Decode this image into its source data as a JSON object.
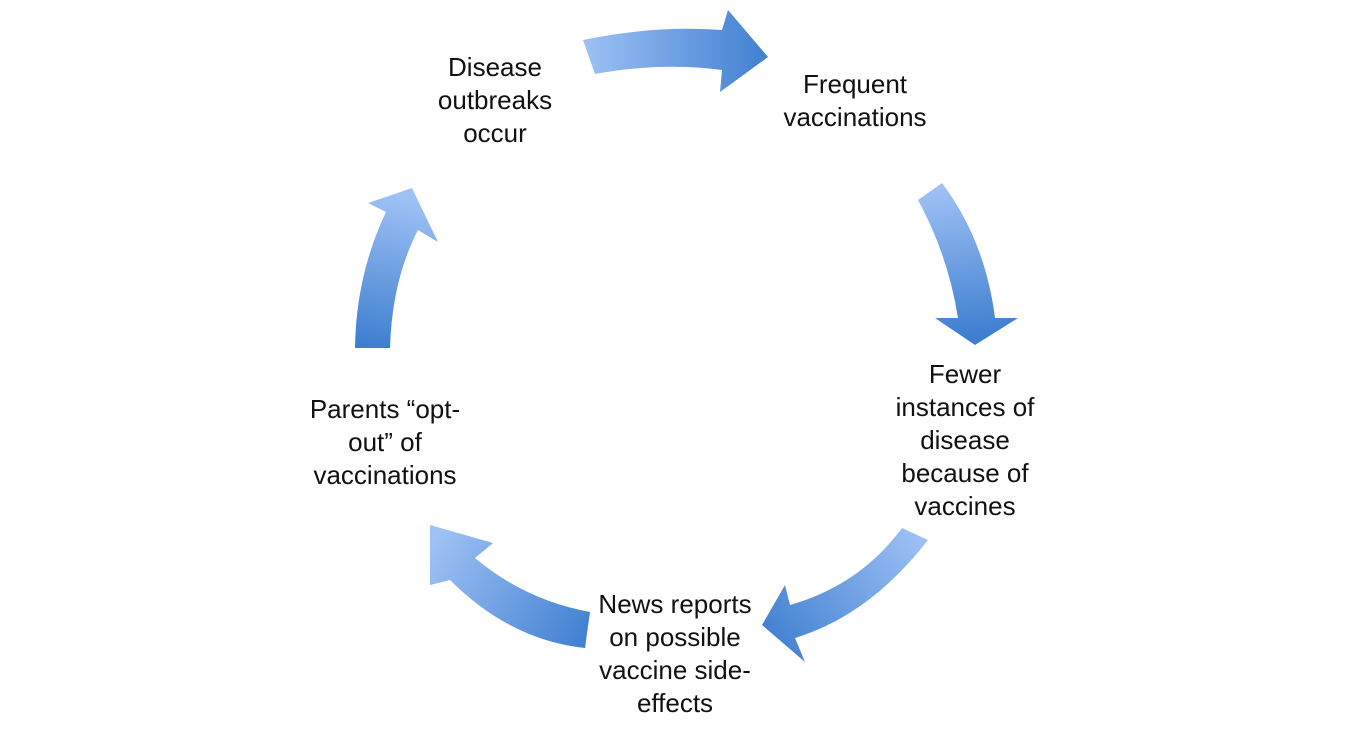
{
  "diagram": {
    "type": "cycle",
    "arrow_color_light": "#9fc2f5",
    "arrow_color_dark": "#3f7fd0",
    "nodes": [
      {
        "id": "disease-outbreaks",
        "lines": [
          "Disease",
          "outbreaks",
          "occur"
        ]
      },
      {
        "id": "frequent-vaccinations",
        "lines": [
          "Frequent",
          "vaccinations"
        ]
      },
      {
        "id": "fewer-instances",
        "lines": [
          "Fewer",
          "instances of",
          "disease",
          "because of",
          "vaccines"
        ]
      },
      {
        "id": "news-reports",
        "lines": [
          "News reports",
          "on possible",
          "vaccine side-",
          "effects"
        ]
      },
      {
        "id": "parents-opt-out",
        "lines": [
          "Parents “opt-",
          "out” of",
          "vaccinations"
        ]
      }
    ]
  }
}
